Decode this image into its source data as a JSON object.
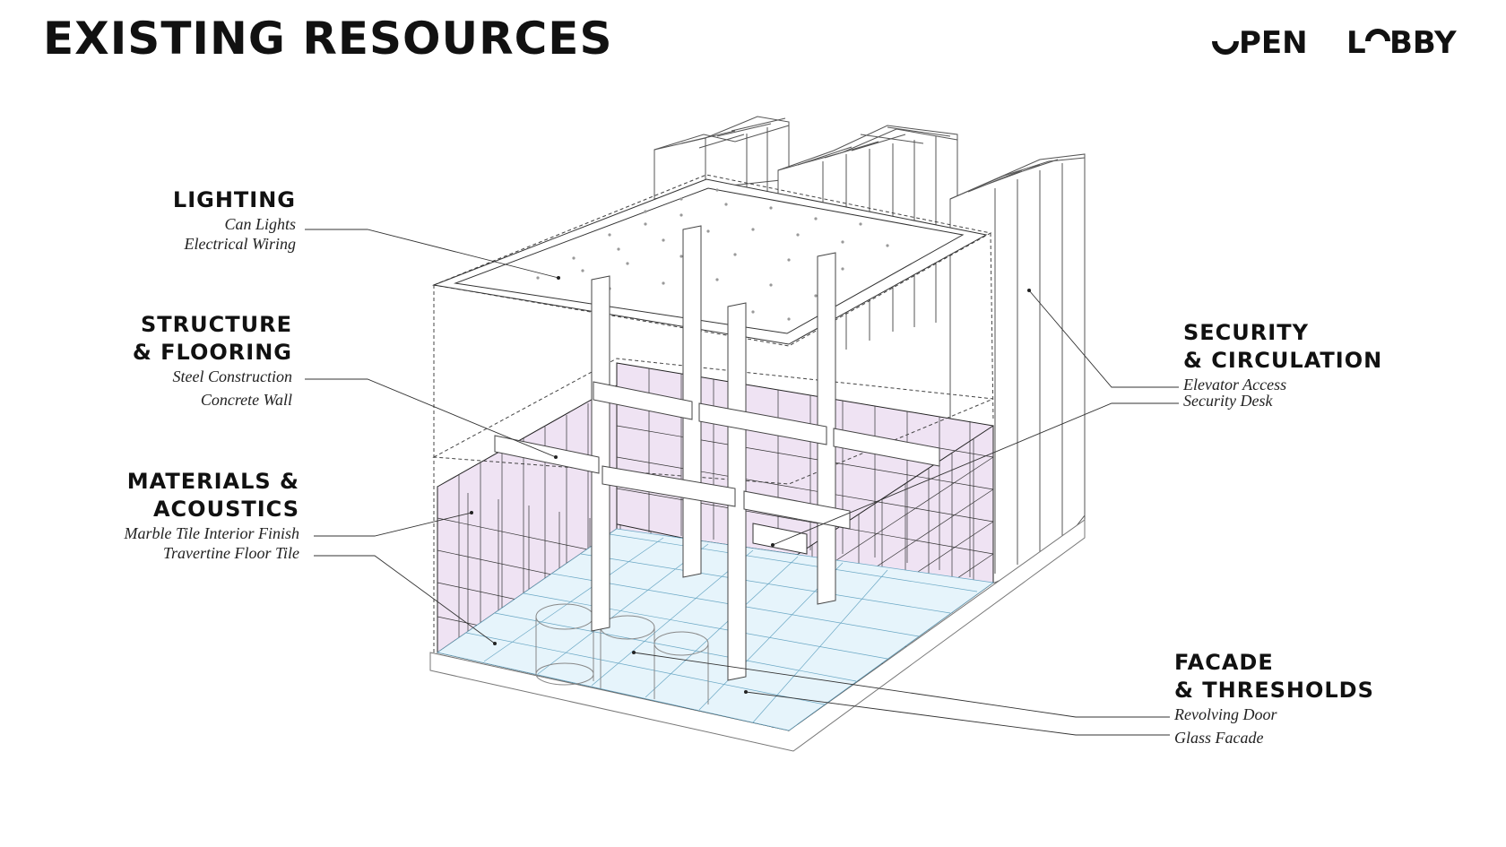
{
  "title": "EXISTING RESOURCES",
  "logo": {
    "word1": "OPEN",
    "word2": "LOBBY"
  },
  "colors": {
    "tile_purple": "#efe3f3",
    "floor_blue": "#e6f4fb",
    "line": "#222222"
  },
  "labels": {
    "lighting": {
      "heading": "LIGHTING",
      "items": [
        "Can Lights",
        "Electrical Wiring"
      ]
    },
    "structure": {
      "heading_line1": "STRUCTURE",
      "heading_line2": "& FLOORING",
      "items": [
        "Steel Construction",
        "Concrete Wall"
      ]
    },
    "materials": {
      "heading_line1": "MATERIALS &",
      "heading_line2": "ACOUSTICS",
      "items": [
        "Marble Tile Interior Finish",
        "Travertine Floor Tile"
      ]
    },
    "security": {
      "heading_line1": "SECURITY",
      "heading_line2": "& CIRCULATION",
      "items": [
        "Elevator Access",
        "Security Desk"
      ]
    },
    "facade": {
      "heading_line1": "FACADE",
      "heading_line2": "& THRESHOLDS",
      "items": [
        "Revolving Door",
        "Glass Facade"
      ]
    }
  }
}
